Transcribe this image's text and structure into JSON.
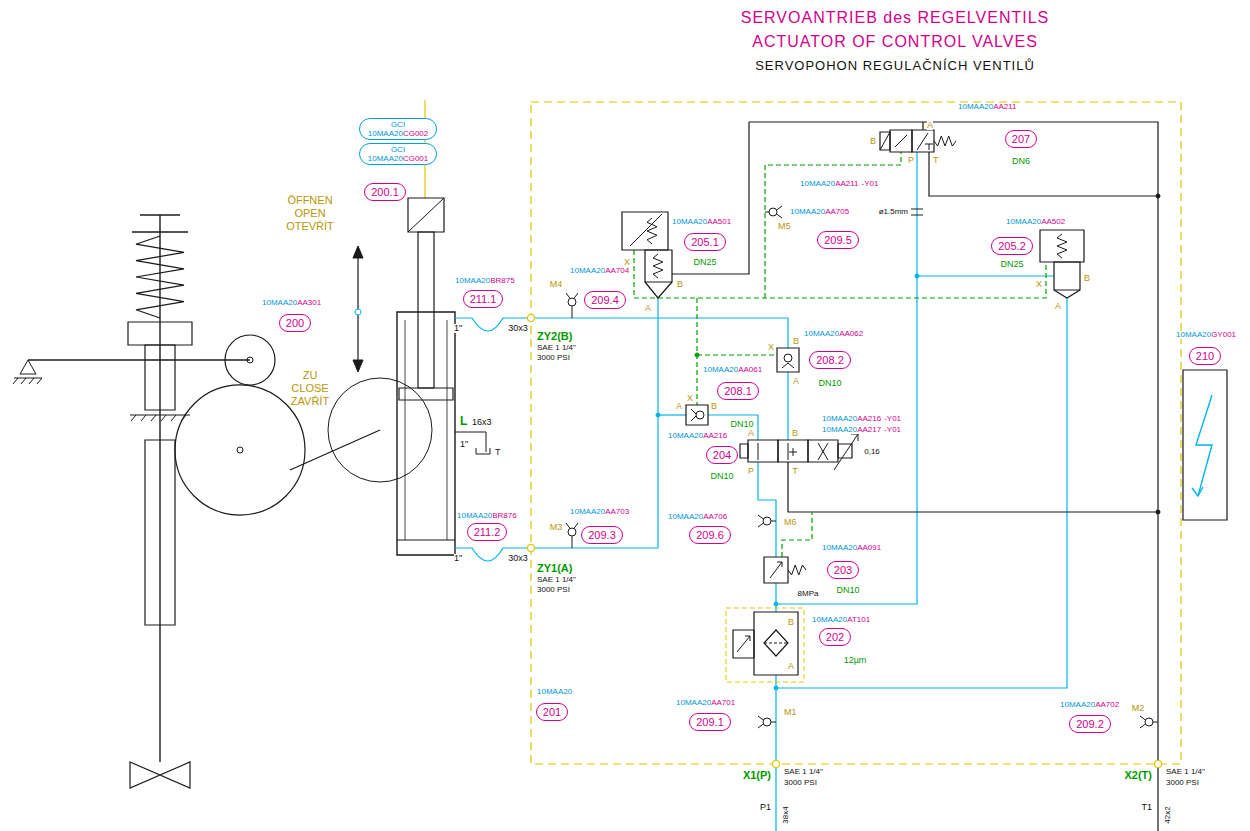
{
  "diagram": {
    "title": "SERVOANTRIEB des REGELVENTILS",
    "nodes": [
      {
        "text": [
          "GCI",
          "10MAA20",
          "CG002"
        ]
      },
      {
        "text": [
          "GCI",
          "10MAA20",
          "CG001"
        ]
      },
      {
        "text": [
          "200.1"
        ]
      },
      {
        "text": [
          "200"
        ]
      },
      {
        "text": [
          "211.1"
        ]
      },
      {
        "text": [
          "207"
        ]
      },
      {
        "text": [
          "209.5"
        ]
      },
      {
        "text": [
          "205.1"
        ]
      },
      {
        "text": [
          "205.2"
        ]
      },
      {
        "text": [
          "209.4"
        ]
      },
      {
        "text": [
          "208.2"
        ]
      },
      {
        "text": [
          "208.1"
        ]
      },
      {
        "text": [
          "204"
        ]
      },
      {
        "text": [
          "211.2"
        ]
      },
      {
        "text": [
          "209.6"
        ]
      },
      {
        "text": [
          "209.3"
        ]
      },
      {
        "text": [
          "203"
        ]
      },
      {
        "text": [
          "202"
        ]
      },
      {
        "text": [
          "201"
        ]
      },
      {
        "text": [
          "209.1"
        ]
      },
      {
        "text": [
          "209.2"
        ]
      },
      {
        "text": [
          "210"
        ]
      }
    ],
    "labels": [
      "ACTUATOR OF CONTROL VALVES",
      "SERVOPOHON REGULAČNÍCH VENTILŮ",
      "ÖFFNEN",
      "OPEN",
      "OTEVŘÍT",
      "ZU",
      "CLOSE",
      "ZAVŘÍT",
      "10MAA20",
      "AA301",
      "1\"",
      "30x3",
      "10MAA20",
      "BR875",
      "L",
      "16x3",
      "1\"",
      "T",
      "1\"",
      "30x3",
      "10MAA20",
      "BR876",
      "M4",
      "10MAA20",
      "AA704",
      "ZY2(B)",
      "SAE 1 1/4\"",
      "3000 PSI",
      "M3",
      "10MAA20",
      "AA703",
      "ZY1(A)",
      "SAE 1 1/4\"",
      "3000 PSI",
      "10MAA20",
      "AA501",
      "DN25",
      "X",
      "B",
      "A",
      "10MAA20",
      "AA705",
      "M5",
      "10MAA20",
      "AA211",
      "B",
      "A",
      "P",
      "T",
      "DN6",
      "10MAA20",
      "AA211",
      "-Y01",
      "ø1.5mm",
      "10MAA20",
      "AA502",
      "DN25",
      "X",
      "B",
      "A",
      "10MAA20",
      "AA062",
      "B",
      "X",
      "A",
      "DN10",
      "10MAA20",
      "AA061",
      "X",
      "A",
      "B",
      "DN10",
      "10MAA20",
      "AA216",
      "A",
      "B",
      "P",
      "T",
      "DN10",
      "10MAA20",
      "AA216",
      "-Y01",
      "10MAA20",
      "AA217",
      "-Y01",
      "0,16",
      "10MAA20",
      "AA706",
      "M6",
      "10MAA20",
      "AA091",
      "8MPa",
      "DN10",
      "10MAA20",
      "AT101",
      "12µm",
      "B",
      "A",
      "10MAA20",
      "10MAA20",
      "AA701",
      "M1",
      "10MAA20",
      "AA702",
      "M2",
      "X1(P)",
      "SAE 1 1/4\"",
      "3000 PSI",
      "P1",
      "38x4",
      "X2(T)",
      "SAE 1 1/4\"",
      "3000 PSI",
      "T1",
      "42x2",
      "10MAA20",
      "GY001"
    ]
  }
}
